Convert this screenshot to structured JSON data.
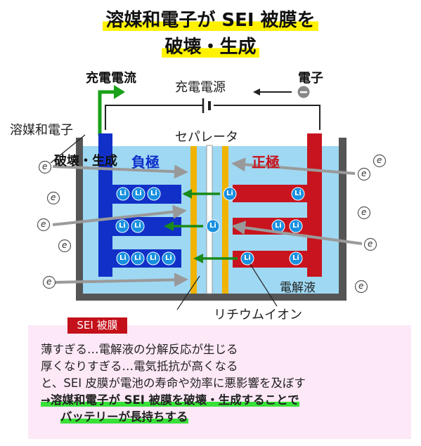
{
  "title": {
    "line1": "溶媒和電子が SEI 被膜を",
    "line2": "破壊・生成"
  },
  "labels": {
    "charging_current": "充電電流",
    "charging_source": "充電電源",
    "electron": "電子",
    "solvated_electron": "溶媒和電子",
    "separator": "セパレータ",
    "destroy_generate": "破壊・生成",
    "negative_electrode": "負極",
    "positive_electrode": "正極",
    "electrolyte": "電解液",
    "lithium_ion": "リチウムイオン",
    "li": "Li",
    "e": "e",
    "minus": "−"
  },
  "sei_note": {
    "tag": "SEI 被膜",
    "line1": "薄すぎる…電解液の分解反応が生じる",
    "line2": "厚くなりすぎる…電気抵抗が高くなる",
    "line3": "と、SEI 皮膜が電池の寿命や効率に悪影響を及ぼす",
    "line4": "→溶媒和電子が SEI 被膜を破壊・生成することで",
    "line5": "バッテリーが長持ちする"
  },
  "colors": {
    "electrolyte": "#9fd8f3",
    "negative": "#1030c8",
    "positive": "#c8141e",
    "sei": "#f0b400",
    "arrow_green": "#1a8a1a",
    "container": "#555555",
    "title_highlight": "#fff200",
    "note_bg": "#fde8f7"
  }
}
